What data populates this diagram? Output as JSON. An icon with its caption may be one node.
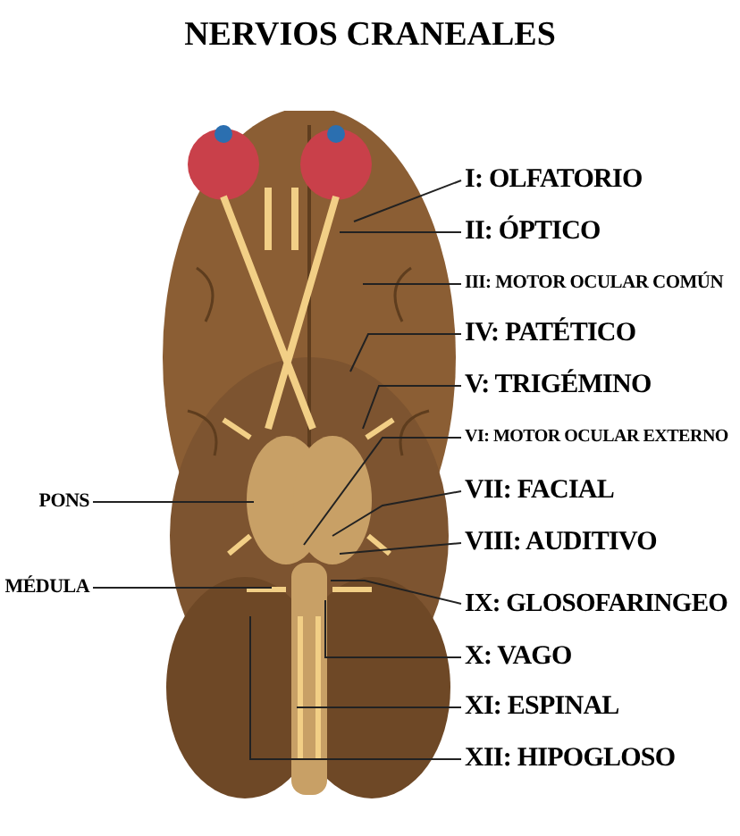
{
  "diagram": {
    "title": "NERVIOS CRANEALES",
    "nodes": [
      {
        "text": [],
        "shape": "picture"
      },
      {
        "text": [
          "I: OLFATORIO"
        ]
      },
      {
        "text": [
          "II: ÓPTICO"
        ]
      },
      {
        "text": [
          "III: MOTOR OCULAR COMÚN"
        ]
      },
      {
        "text": [
          "IV: PATÉTICO"
        ]
      },
      {
        "text": [
          "V: TRIGÉMINO"
        ]
      },
      {
        "text": [
          "VI: MOTOR OCULAR EXTERNO"
        ]
      },
      {
        "text": [
          "VII: FACIAL"
        ]
      },
      {
        "text": [
          "VIII: AUDITIVO"
        ]
      },
      {
        "text": [
          "IX: GLOSOFARINGEO"
        ]
      },
      {
        "text": [
          "X: VAGO"
        ]
      },
      {
        "text": [
          "XI: ESPINAL"
        ]
      },
      {
        "text": [
          "XII: HIPOGLOSO"
        ]
      },
      {
        "text": [
          "PONS"
        ]
      },
      {
        "text": [
          "MÉDULA"
        ]
      }
    ],
    "edges": [
      {
        "from": 1,
        "to": 0,
        "arrow": "none"
      },
      {
        "from": 2,
        "to": 0,
        "arrow": "none"
      },
      {
        "from": 3,
        "to": 0,
        "arrow": "none"
      },
      {
        "from": 4,
        "to": 0,
        "arrow": "none"
      },
      {
        "from": 5,
        "to": 0,
        "arrow": "none"
      },
      {
        "from": 6,
        "to": 0,
        "arrow": "none"
      },
      {
        "from": 7,
        "to": 0,
        "arrow": "none"
      },
      {
        "from": 8,
        "to": 0,
        "arrow": "none"
      },
      {
        "from": 9,
        "to": 0,
        "arrow": "none"
      },
      {
        "from": 10,
        "to": 0,
        "arrow": "none"
      },
      {
        "from": 11,
        "to": 0,
        "arrow": "none"
      },
      {
        "from": 12,
        "to": 0,
        "arrow": "none"
      },
      {
        "from": 13,
        "to": 0,
        "arrow": "none"
      },
      {
        "from": 14,
        "to": 0,
        "arrow": "none"
      }
    ]
  }
}
